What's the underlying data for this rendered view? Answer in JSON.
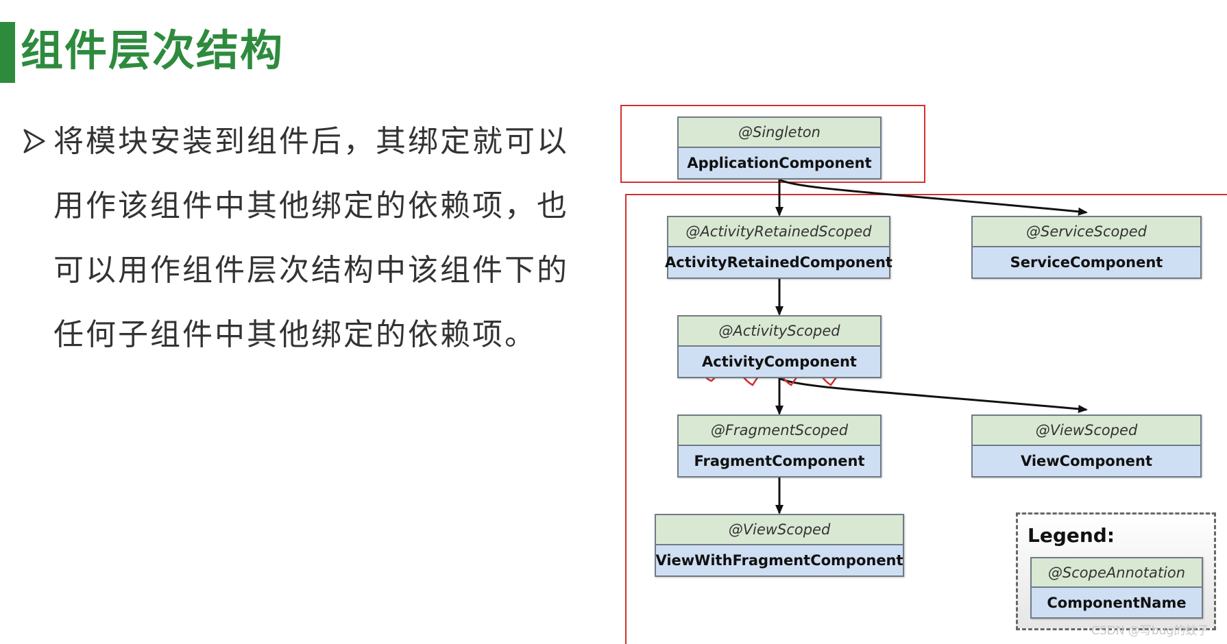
{
  "title": "组件层次结构",
  "paragraph": "将模块安装到组件后，其绑定就可以用作该组件中其他绑定的依赖项，也可以用作组件层次结构中该组件下的任何子组件中其他绑定的依赖项。",
  "colors": {
    "title_green": "#2e8b3e",
    "highlight_red": "#d0302f",
    "scope_fill": "#d9e8d2",
    "component_fill": "#cfdff3"
  },
  "diagram": {
    "components": [
      {
        "scope": "@Singleton",
        "name": "ApplicationComponent"
      },
      {
        "scope": "@ActivityRetainedScoped",
        "name": "ActivityRetainedComponent"
      },
      {
        "scope": "@ServiceScoped",
        "name": "ServiceComponent"
      },
      {
        "scope": "@ActivityScoped",
        "name": "ActivityComponent"
      },
      {
        "scope": "@FragmentScoped",
        "name": "FragmentComponent"
      },
      {
        "scope": "@ViewScoped",
        "name": "ViewComponent"
      },
      {
        "scope": "@ViewScoped",
        "name": "ViewWithFragmentComponent"
      }
    ],
    "edges": [
      {
        "from": "ApplicationComponent",
        "to": "ActivityRetainedComponent"
      },
      {
        "from": "ApplicationComponent",
        "to": "ServiceComponent"
      },
      {
        "from": "ActivityRetainedComponent",
        "to": "ActivityComponent"
      },
      {
        "from": "ActivityComponent",
        "to": "FragmentComponent"
      },
      {
        "from": "ActivityComponent",
        "to": "ViewComponent"
      },
      {
        "from": "FragmentComponent",
        "to": "ViewWithFragmentComponent"
      }
    ],
    "legend": {
      "title": "Legend:",
      "scope": "@ScopeAnnotation",
      "name": "ComponentName"
    }
  },
  "watermark": "CSDN @写bug的蚊子"
}
